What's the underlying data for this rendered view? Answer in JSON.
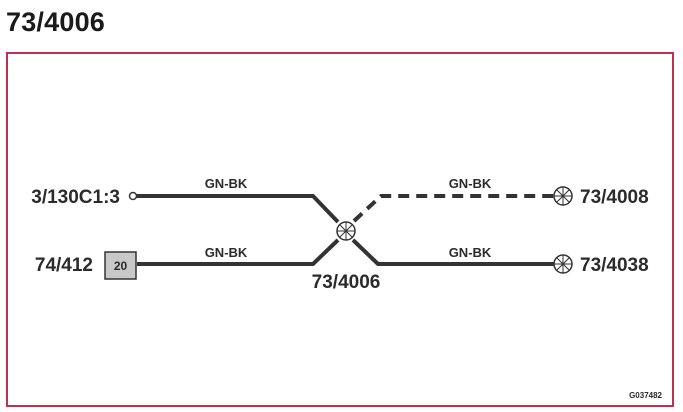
{
  "page_title": "73/4006",
  "colors": {
    "frame": "#c0304e",
    "wire": "#333333",
    "connector_fill": "#c8c8c8",
    "text": "#2b2b2b"
  },
  "nodes": {
    "left_top": {
      "label": "3/130C1:3",
      "symbol": "open-circle-terminal"
    },
    "left_bottom": {
      "label": "74/412",
      "pin": "20",
      "symbol": "connector-box"
    },
    "splice": {
      "label": "73/4006",
      "symbol": "splice-crossed-circle"
    },
    "right_top": {
      "label": "73/4008",
      "symbol": "splice-crossed-circle"
    },
    "right_bottom": {
      "label": "73/4038",
      "symbol": "splice-crossed-circle"
    }
  },
  "wires": {
    "left_top": {
      "color_code": "GN-BK",
      "style": "solid"
    },
    "left_bottom": {
      "color_code": "GN-BK",
      "style": "solid"
    },
    "right_top": {
      "color_code": "GN-BK",
      "style": "dashed"
    },
    "right_bottom": {
      "color_code": "GN-BK",
      "style": "solid"
    }
  },
  "figure_ref": "G037482"
}
